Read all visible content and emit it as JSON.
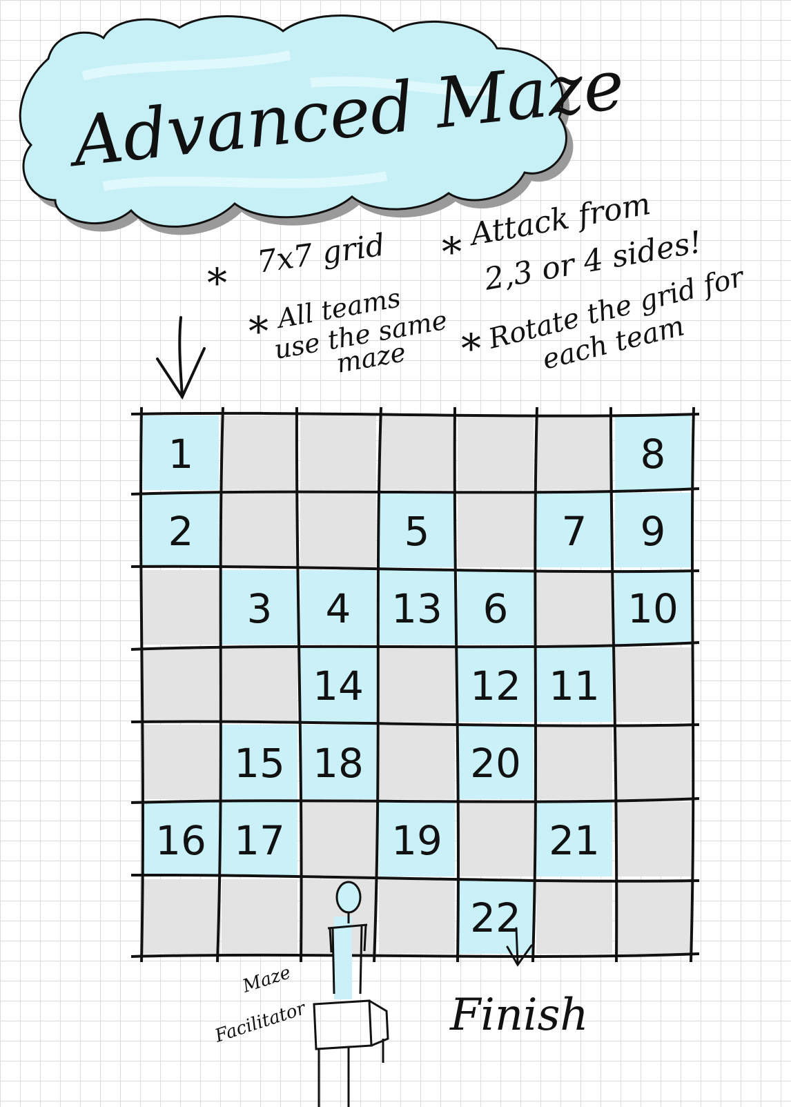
{
  "title": "Advanced Maze",
  "notes": {
    "grid": "7x7 grid",
    "attack_line1": "Attack from",
    "attack_line2": "2,3 or 4 sides!",
    "teams_line1": "All teams",
    "teams_line2": "use the same",
    "teams_line3": "maze",
    "rotate_line1": "Rotate the grid for",
    "rotate_line2": "each team",
    "bullet": "*"
  },
  "maze": {
    "rows": 7,
    "cols": 7,
    "path": [
      {
        "label": "1",
        "row": 1,
        "col": 1
      },
      {
        "label": "2",
        "row": 2,
        "col": 1
      },
      {
        "label": "3",
        "row": 3,
        "col": 2
      },
      {
        "label": "4",
        "row": 3,
        "col": 3
      },
      {
        "label": "5",
        "row": 2,
        "col": 4
      },
      {
        "label": "6",
        "row": 3,
        "col": 5
      },
      {
        "label": "7",
        "row": 2,
        "col": 6
      },
      {
        "label": "8",
        "row": 1,
        "col": 7
      },
      {
        "label": "9",
        "row": 2,
        "col": 7
      },
      {
        "label": "10",
        "row": 3,
        "col": 7
      },
      {
        "label": "11",
        "row": 4,
        "col": 6
      },
      {
        "label": "12",
        "row": 4,
        "col": 5
      },
      {
        "label": "13",
        "row": 3,
        "col": 4
      },
      {
        "label": "14",
        "row": 4,
        "col": 3
      },
      {
        "label": "15",
        "row": 5,
        "col": 2
      },
      {
        "label": "16",
        "row": 6,
        "col": 1
      },
      {
        "label": "17",
        "row": 6,
        "col": 2
      },
      {
        "label": "18",
        "row": 5,
        "col": 3
      },
      {
        "label": "19",
        "row": 6,
        "col": 4
      },
      {
        "label": "20",
        "row": 5,
        "col": 5
      },
      {
        "label": "21",
        "row": 6,
        "col": 6
      },
      {
        "label": "22",
        "row": 7,
        "col": 5
      }
    ]
  },
  "finish_label": "Finish",
  "facilitator_line1": "Maze",
  "facilitator_line2": "Facilitator",
  "colors": {
    "cloud": "#bdeef5",
    "path_cell": "#c9f1f7",
    "empty_cell": "#e3e3e3",
    "ink": "#111111",
    "grid_paper": "#dcdcdc"
  }
}
